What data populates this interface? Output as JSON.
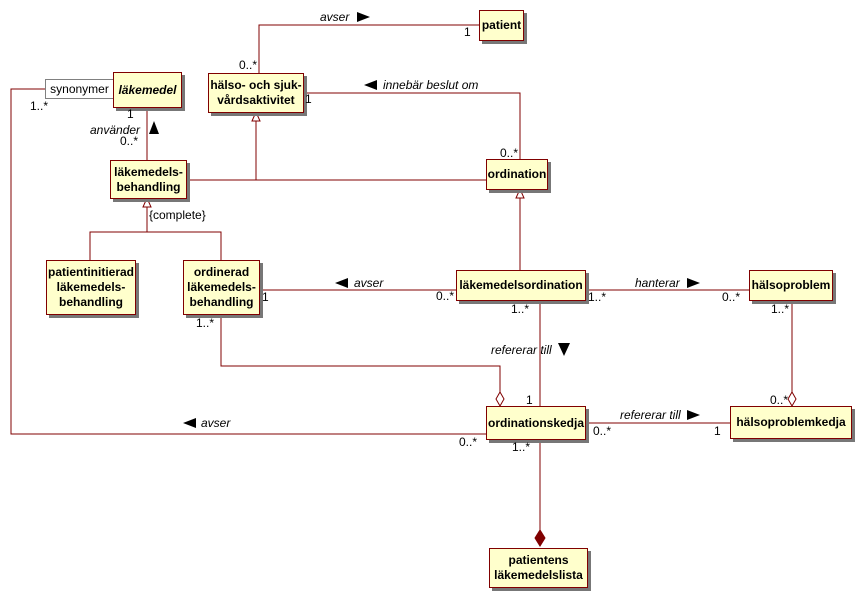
{
  "classes": {
    "patient": "patient",
    "halso_sjukvard": "hälso- och sjuk-\nvårdsaktivitet",
    "lakemedel": "läkemedel",
    "synonymer": "synonymer",
    "lakemedelsbehandling": "läkemedels-\nbehandling",
    "ordination": "ordination",
    "patientinitierad": "patientinitierad\nläkemedels-\nbehandling",
    "ordinerad": "ordinerad\nläkemedels-\nbehandling",
    "lakemedelsordination": "läkemedelsordination",
    "halsoproblem": "hälsoproblem",
    "ordinationskedja": "ordinationskedja",
    "halsoproblemkedja": "hälsoproblemkedja",
    "patientens_lista": "patientens\nläkemedelslista"
  },
  "associations": {
    "avser_patient": "avser",
    "innebar": "innebär beslut om",
    "anvander": "använder",
    "avser_ordinerad": "avser",
    "hanterar": "hanterar",
    "refererar_ordination": "refererar till",
    "refererar_halsoproblem": "refererar till",
    "avser_kedja": "avser"
  },
  "constraint": "{complete}",
  "multiplicities": {
    "patient_1": "1",
    "hs_patient": "0..*",
    "hs_ordination": "1",
    "ord_hs": "0..*",
    "lm_1": "1",
    "lb_lm": "0..*",
    "syn_kedja": "1..*",
    "ord_lo": "1",
    "lo_ord": "0..*",
    "ord_kedja": "1..*",
    "lo_hp": "1..*",
    "hp_lo": "0..*",
    "lo_kedja": "1..*",
    "kedja_lo": "1",
    "kedja_hpk": "0..*",
    "hpk_kedja": "1",
    "hp_hpk": "1..*",
    "hpk_hp": "0..*",
    "kedja_syn": "0..*",
    "kedja_lista": "1..*"
  },
  "colors": {
    "class_fill": "#ffffcc",
    "class_border": "#800000",
    "line": "#800000"
  }
}
